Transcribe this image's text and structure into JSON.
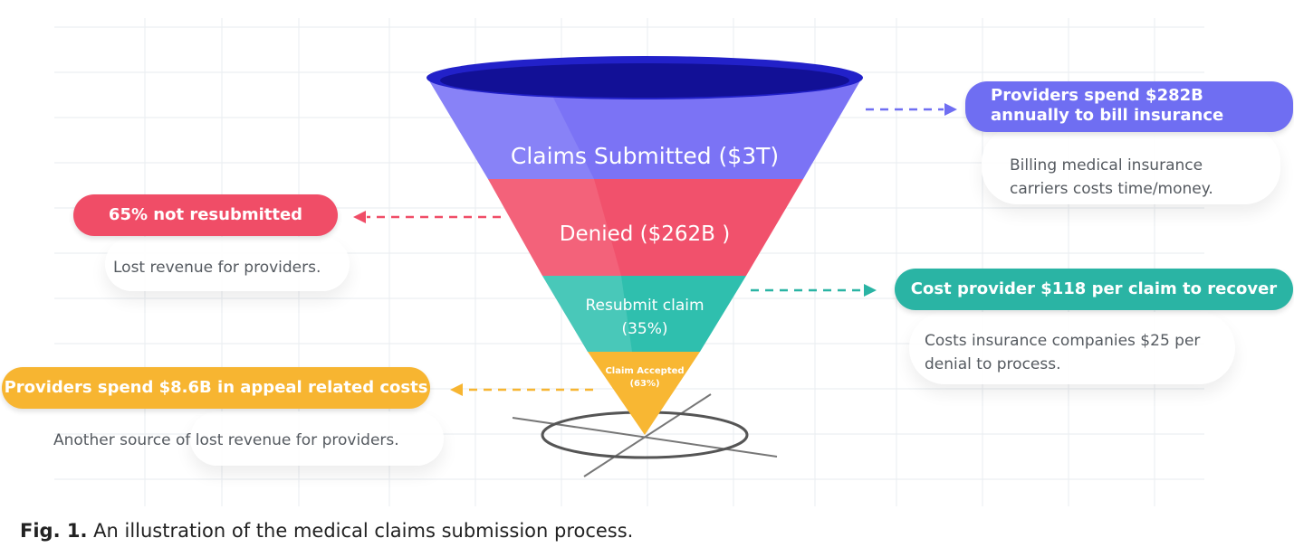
{
  "funnel": {
    "stages": [
      {
        "label": "Claims Submitted ($3T)",
        "color": "#7b73f5"
      },
      {
        "label": "Denied ($262B )",
        "color": "#f1516c"
      },
      {
        "label_line1": "Resubmit claim",
        "label_line2": "(35%)",
        "color": "#2fbfae"
      },
      {
        "label_line1": "Claim Accepted",
        "label_line2": "(63%)",
        "color": "#f8b733"
      }
    ]
  },
  "callouts": {
    "billing": {
      "title_line1": "Providers spend $282B",
      "title_line2": "annually to bill insurance",
      "desc_line1": "Billing medical insurance",
      "desc_line2": "carriers costs time/money.",
      "color": "#6f6ef2"
    },
    "not_resubmitted": {
      "title": "65% not resubmitted",
      "desc": "Lost revenue for providers.",
      "color": "#f04d67"
    },
    "cost_provider": {
      "title": "Cost provider $118 per claim to recover",
      "desc_line1": "Costs insurance companies $25 per",
      "desc_line2": "denial to process.",
      "color": "#2ab4a4"
    },
    "appeal": {
      "title": "Providers spend $8.6B in appeal related costs",
      "desc": "Another source of lost revenue for providers.",
      "color": "#f7b531"
    }
  },
  "caption": {
    "label": "Fig. 1.",
    "text": " An illustration of the medical claims submission process."
  }
}
